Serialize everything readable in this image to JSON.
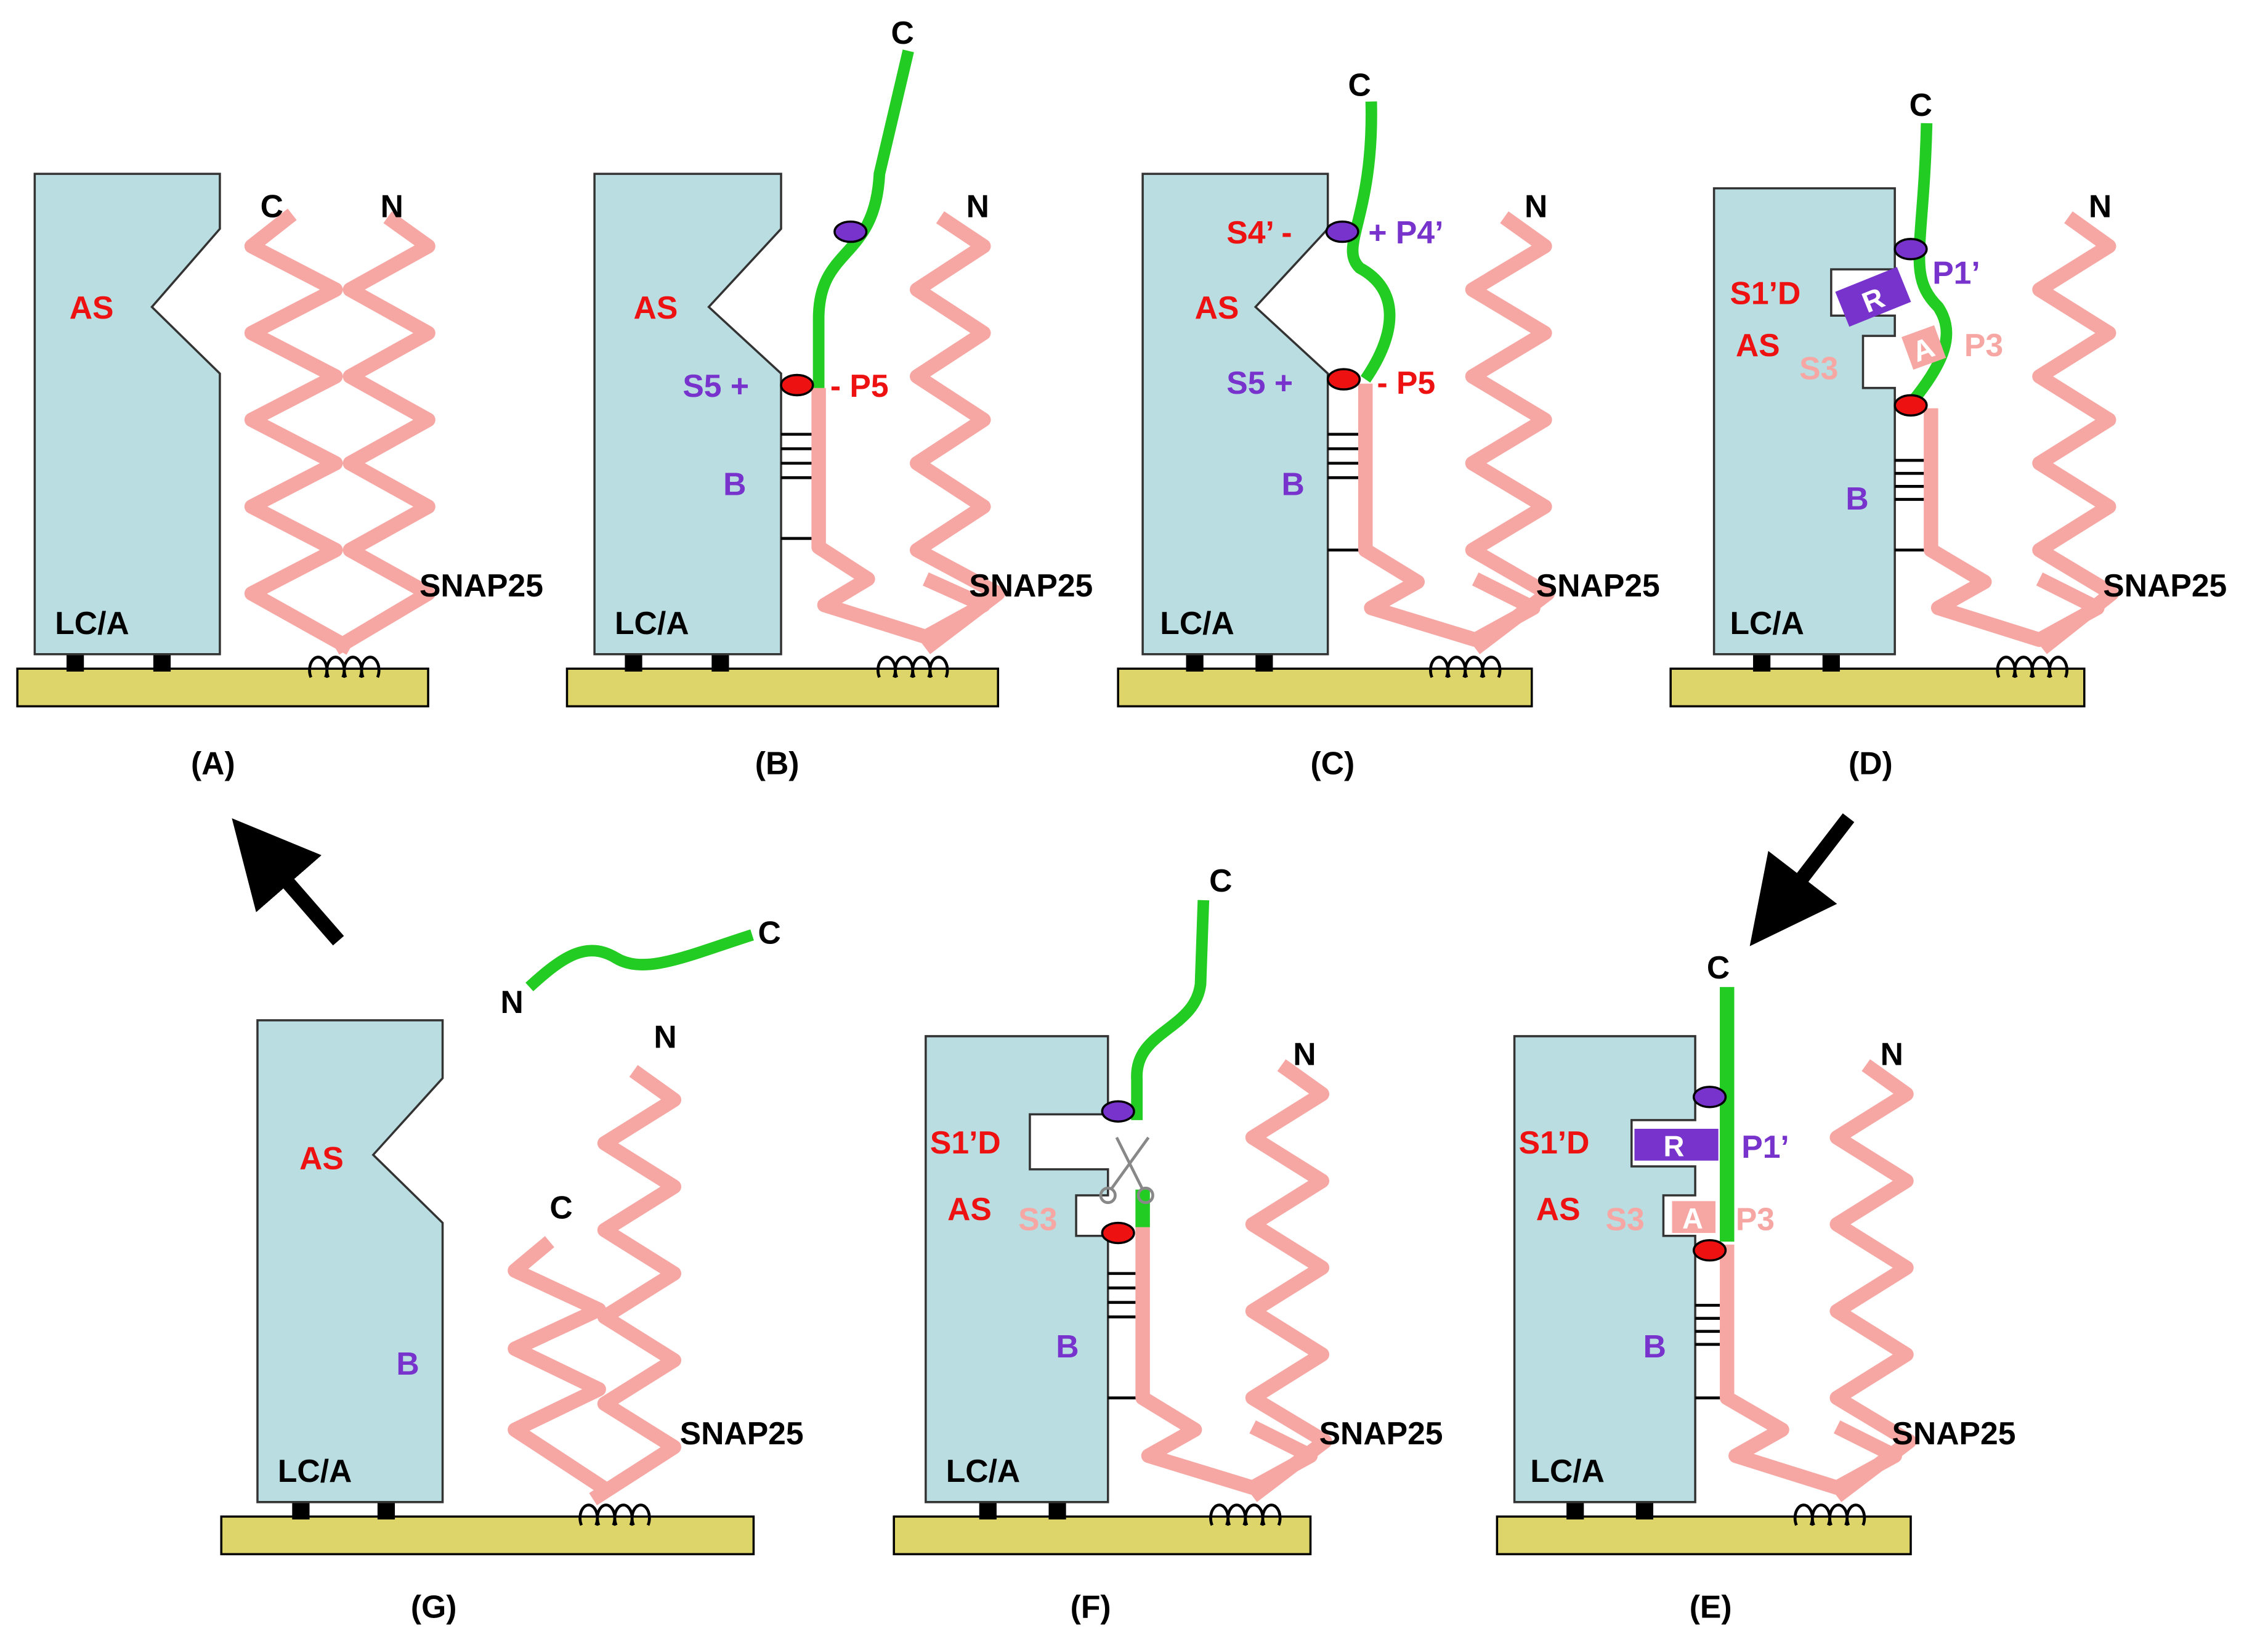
{
  "colors": {
    "lc": "#b9dde1",
    "membrane": "#ddd56a",
    "snap": "#f7a7a3",
    "green": "#22cc22",
    "red": "#ee1111",
    "purple": "#7733cc",
    "black": "#000000"
  },
  "panels": [
    {
      "id": "A",
      "caption": "(A)",
      "lc_label": "LC/A",
      "snap_label": "SNAP25",
      "as_label": "AS",
      "cterm": "C",
      "nterm": "N"
    },
    {
      "id": "B",
      "caption": "(B)",
      "lc_label": "LC/A",
      "snap_label": "SNAP25",
      "as_label": "AS",
      "cterm": "C",
      "nterm": "N",
      "b_label": "B",
      "s5": "S5 +",
      "p5": "- P5"
    },
    {
      "id": "C",
      "caption": "(C)",
      "lc_label": "LC/A",
      "snap_label": "SNAP25",
      "as_label": "AS",
      "cterm": "C",
      "nterm": "N",
      "b_label": "B",
      "s5": "S5 +",
      "p5": "- P5",
      "s4": "S4’ -",
      "p4": "+ P4’"
    },
    {
      "id": "D",
      "caption": "(D)",
      "lc_label": "LC/A",
      "snap_label": "SNAP25",
      "as_label": "AS",
      "cterm": "C",
      "nterm": "N",
      "b_label": "B",
      "s1d": "S1’D",
      "p1": "P1’",
      "s3": "S3",
      "p3": "P3",
      "r": "R",
      "a": "A"
    },
    {
      "id": "E",
      "caption": "(E)",
      "lc_label": "LC/A",
      "snap_label": "SNAP25",
      "as_label": "AS",
      "cterm": "C",
      "nterm": "N",
      "b_label": "B",
      "s1d": "S1’D",
      "p1": "P1’",
      "s3": "S3",
      "p3": "P3",
      "r": "R",
      "a": "A"
    },
    {
      "id": "F",
      "caption": "(F)",
      "lc_label": "LC/A",
      "snap_label": "SNAP25",
      "as_label": "AS",
      "cterm": "C",
      "nterm": "N",
      "b_label": "B",
      "s1d": "S1’D",
      "s3": "S3"
    },
    {
      "id": "G",
      "caption": "(G)",
      "lc_label": "LC/A",
      "snap_label": "SNAP25",
      "as_label": "AS",
      "cterm": "C",
      "nterm": "N",
      "b_label": "B",
      "frag_n": "N",
      "frag_c": "C"
    }
  ]
}
